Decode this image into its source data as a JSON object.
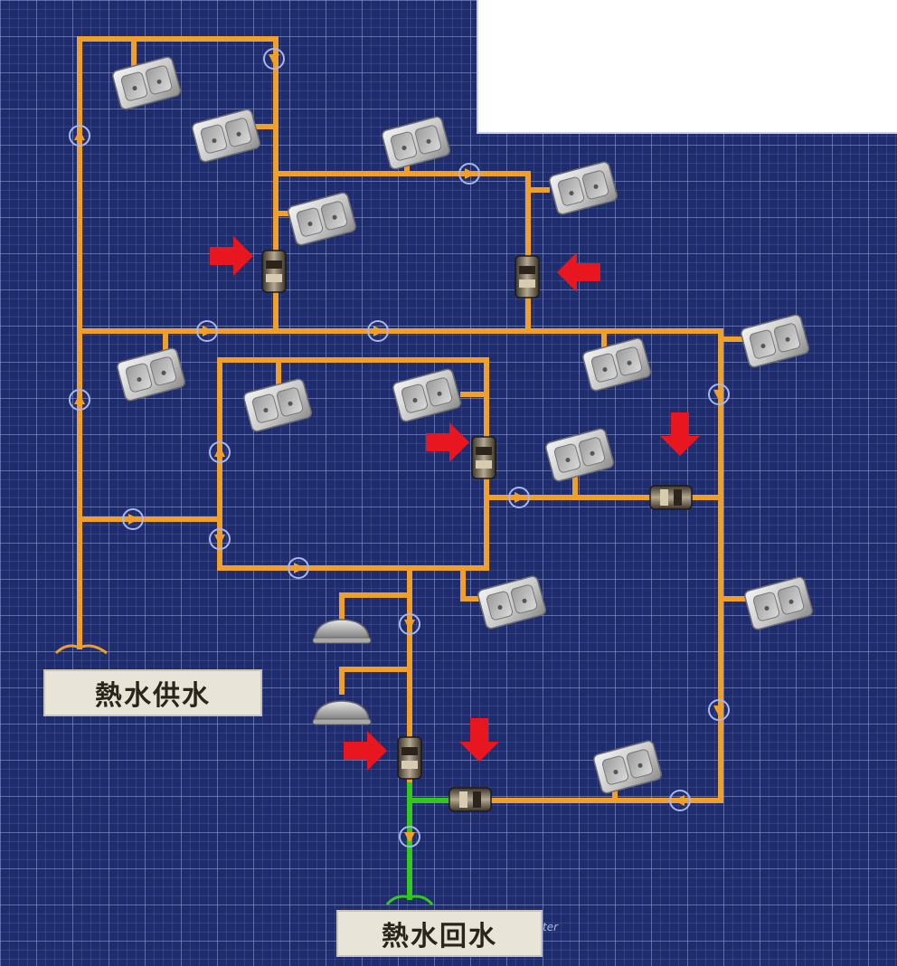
{
  "labels": {
    "supply": "熱水供水",
    "return": "熱水回水",
    "stray_text": "ter"
  },
  "colors": {
    "background": "#1f2d6e",
    "grid": "#96a5d7",
    "supply_pipe": "#f0a028",
    "return_pipe": "#34c81e",
    "arrow": "#e8161e",
    "panel": "#ffffff",
    "label_bg": "#e9e4d8"
  },
  "icons": {
    "sink": "sink-icon",
    "shower": "shower-head-icon",
    "valve": "valve-icon",
    "flow": "flow-direction-icon",
    "arrow": "red-arrow-icon"
  }
}
